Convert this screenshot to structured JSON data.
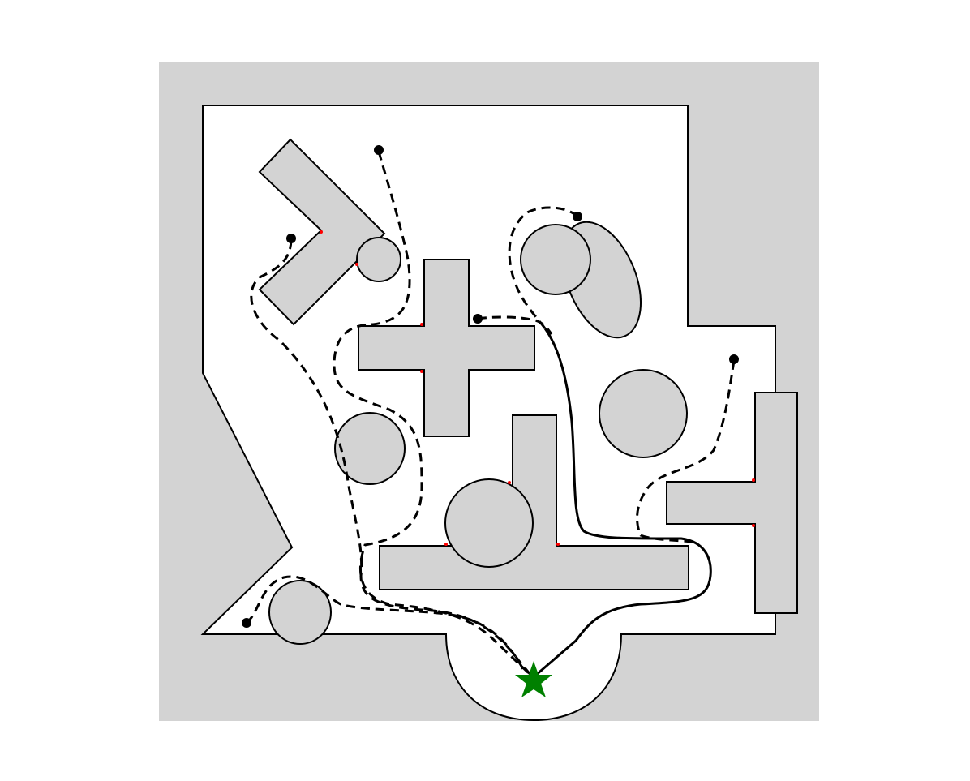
{
  "colors": {
    "background": "#ffffff",
    "outside_region": "#d3d3d3",
    "obstacle_fill": "#d3d3d3",
    "free_space": "#ffffff",
    "path": "#000000",
    "start_point": "#000000",
    "goal_star": "#008000",
    "contact_marks": "#ff0000"
  },
  "legend": {},
  "elements": {
    "goal_icon": "star",
    "start_icon": "dot",
    "path_styles": [
      "dashed",
      "dashed",
      "dashed",
      "solid",
      "dashed",
      "dashed"
    ]
  }
}
